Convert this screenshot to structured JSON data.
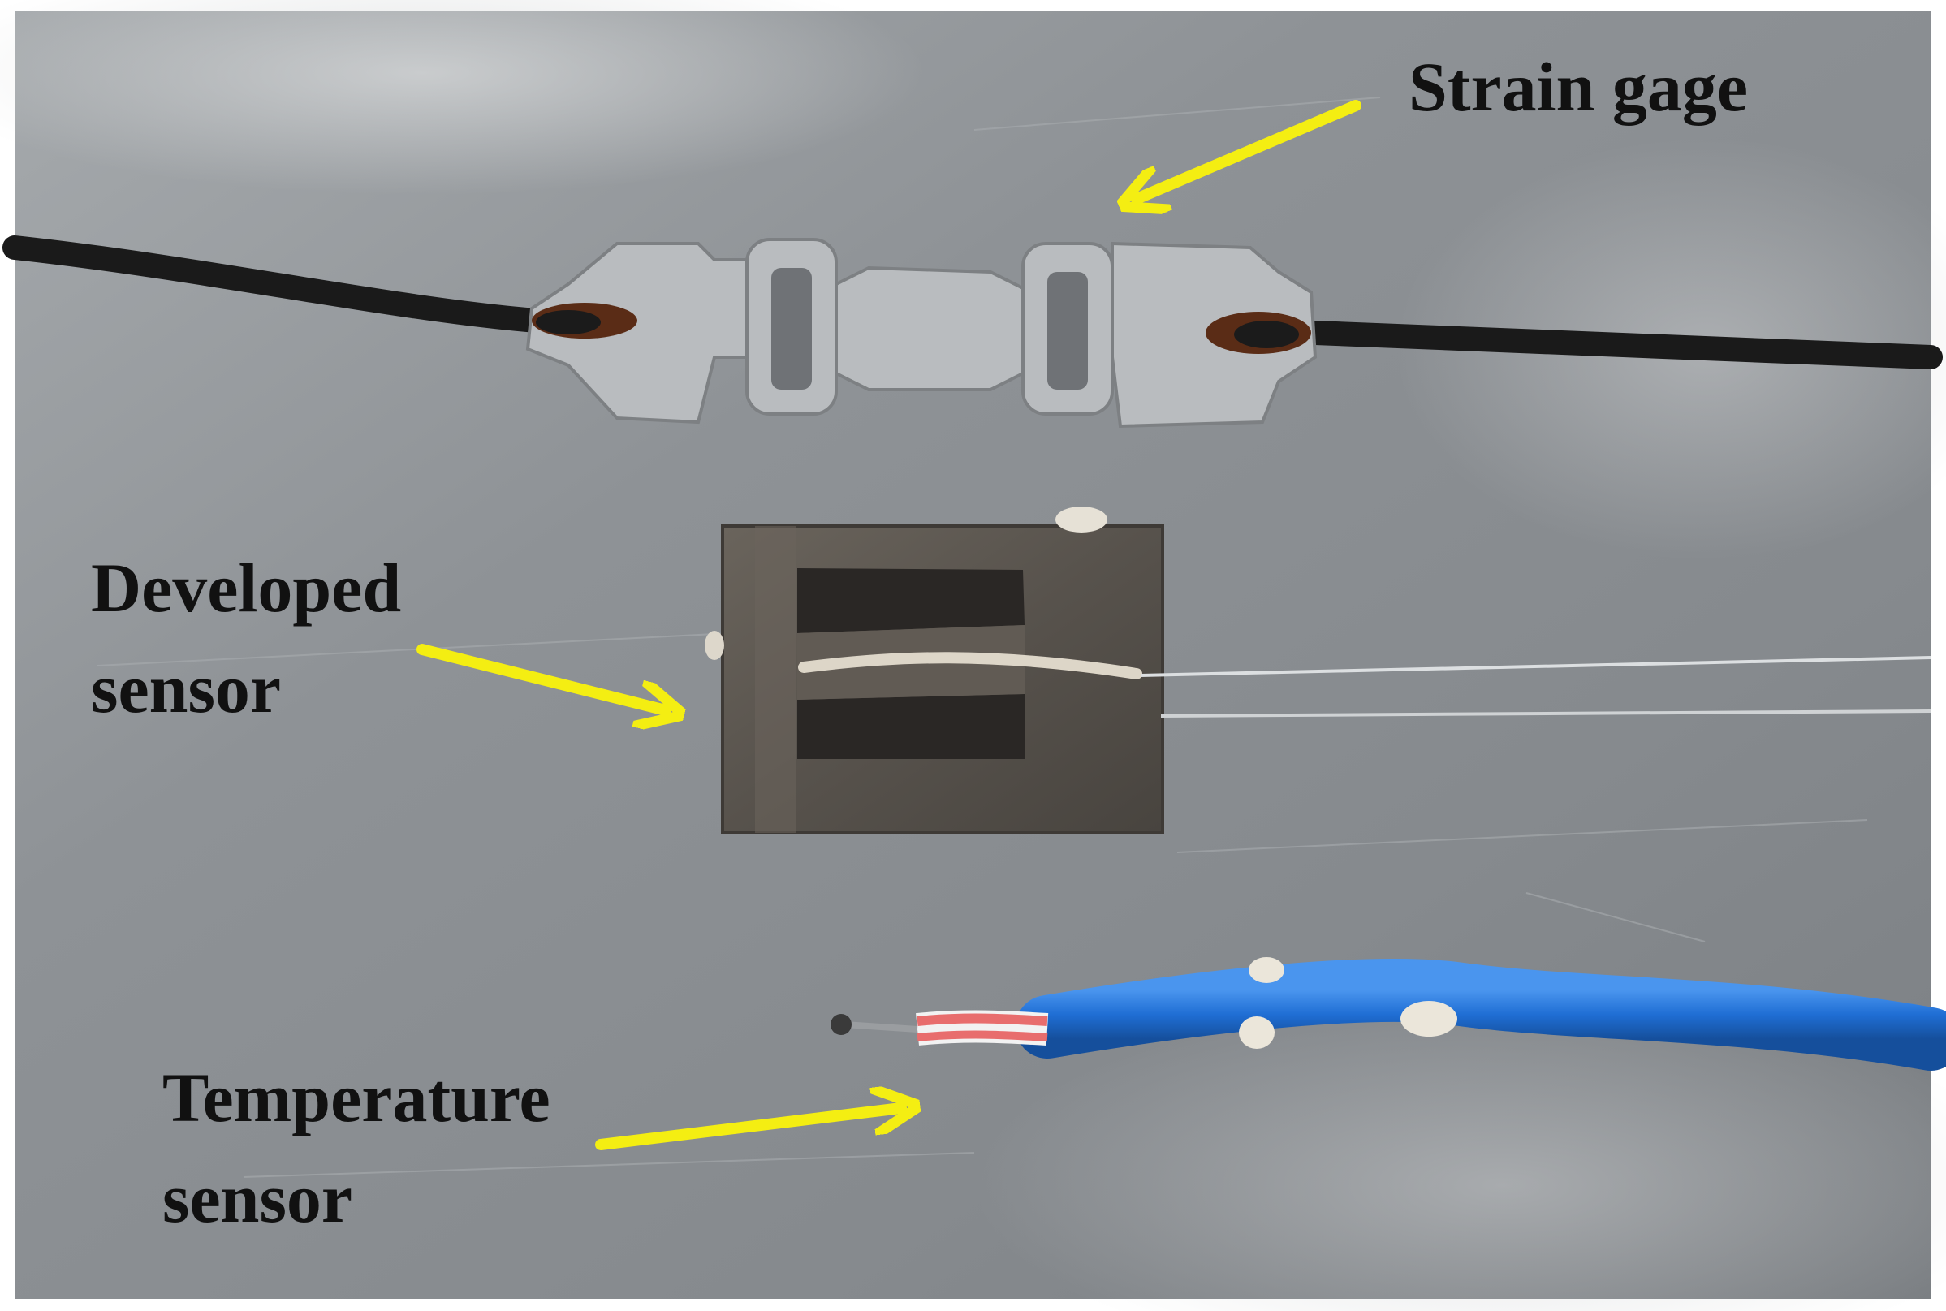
{
  "labels": {
    "strain_gage": "Strain gage",
    "developed_sensor_line1": "Developed",
    "developed_sensor_line2": "sensor",
    "temperature_sensor_line1": "Temperature",
    "temperature_sensor_line2": "sensor"
  },
  "colors": {
    "background_plate": "#8c9094",
    "arrow": "#f4ee12",
    "cable_black": "#1a1a1a",
    "cable_blue": "#1f6ed4",
    "gage_metal": "#b9bcbf",
    "sensor_steel": "#5a5650"
  }
}
